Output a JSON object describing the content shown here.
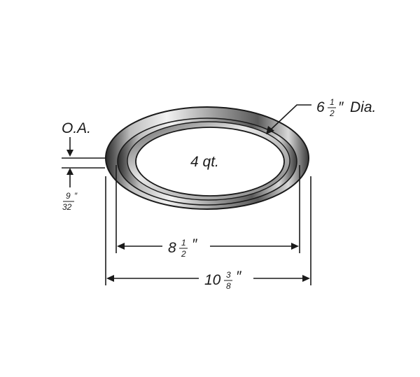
{
  "diagram": {
    "capacity_label": "4 qt.",
    "oa_label": "O.A.",
    "height_fraction": {
      "num": "9",
      "den": "32",
      "unit": "″"
    },
    "inner_diameter": {
      "whole": "6",
      "num": "1",
      "den": "2",
      "unit": "″",
      "suffix": "Dia."
    },
    "middle_width": {
      "whole": "8",
      "num": "1",
      "den": "2",
      "unit": "″"
    },
    "outer_width": {
      "whole": "10",
      "num": "3",
      "den": "8",
      "unit": "″"
    }
  },
  "colors": {
    "line": "#1a1a1a",
    "ring_dark": "#3a3a3a",
    "ring_light": "#e6e6e6"
  }
}
